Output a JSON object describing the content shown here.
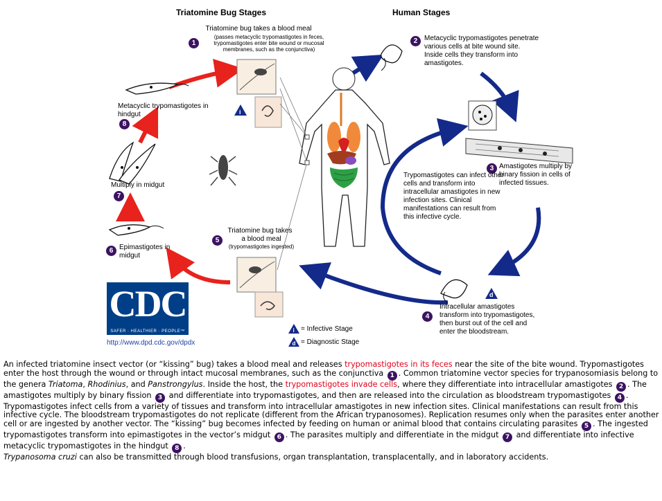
{
  "diagram": {
    "title_left": "Triatomine Bug Stages",
    "title_right": "Human Stages",
    "stage1": {
      "num": "1",
      "line1": "Triatomine bug takes a blood meal",
      "sub": "(passes metacyclic trypomastigotes in feces, trypomastigotes enter bite wound or mucosal membranes, such as the conjunctiva)"
    },
    "stage2": {
      "num": "2",
      "text": "Metacyclic trypomastigotes penetrate various cells at bite wound site.  Inside cells they transform into amastigotes."
    },
    "stage3": {
      "num": "3",
      "text": "Amastigotes multiply by binary fission in cells of infected tissues."
    },
    "stage4": {
      "num": "4",
      "text": "Intracellular amastigotes transform into trypomastigotes, then burst out of the cell and enter the bloodstream."
    },
    "stage5": {
      "num": "5",
      "line1": "Triatomine bug takes",
      "line2": "a blood meal",
      "sub": "(trypomastigotes ingested)"
    },
    "stage6": {
      "num": "6",
      "text": "Epimastigotes in midgut"
    },
    "stage7": {
      "num": "7",
      "text": "Multiply in midgut"
    },
    "stage8": {
      "num": "8",
      "text": "Metacyclic trypomastigotes in hindgut"
    },
    "center_text": "Trypomastigotes can infect other cells and transform into intracellular amastigotes in new infection sites. Clinical manifestations can result from this infective cycle.",
    "marker_i": "i",
    "marker_d": "d",
    "legend": {
      "infective": "= Infective Stage",
      "diagnostic": "= Diagnostic Stage"
    },
    "cdc": {
      "logo": "CDC",
      "tagline": "SAFER · HEALTHIER · PEOPLE™",
      "url": "http://www.dpd.cdc.gov/dpdx"
    },
    "colors": {
      "human_cycle": "#142a8a",
      "bug_cycle": "#e8221c",
      "badge": "#3c1361"
    }
  },
  "description": {
    "p1_a": "An infected triatomine insect vector (or “kissing” bug) takes a blood meal and releases ",
    "p1_link1": "trypomastigotes in its feces",
    "p1_b": " near the site of the bite wound.  Trypomastigotes enter the host through the wound or through intact mucosal membranes, such as the conjunctiva ",
    "p1_c": ".  Common triatomine vector species for trypanosomiasis belong to the genera ",
    "g1": "Triatoma",
    "sep1": ", ",
    "g2": "Rhodinius",
    "sep2": ", and ",
    "g3": "Panstrongylus",
    "p1_d": ".  Inside the host, the ",
    "p1_link2": "trypomastigotes invade cells",
    "p1_e": ", where they differentiate into intracellular amastigotes ",
    "p1_f": ".  The amastigotes multiply by binary fission ",
    "p1_g": " and differentiate into trypomastigotes, and then are released into the circulation as bloodstream trypomastigotes ",
    "p1_h": ".  Trypomastigotes infect cells from a variety of tissues and transform into intracellular amastigotes in new infection sites.  Clinical manifestations can result from this infective cycle.  The bloodstream trypomastigotes do not replicate (different from the African trypanosomes).  Replication resumes only when the parasites enter another cell or are ingested by another vector.  The “kissing” bug becomes infected by feeding on human or animal blood that contains circulating parasites ",
    "p1_i": ".  The ingested trypomastigotes transform into epimastigotes in the vector’s midgut ",
    "p1_j": ".  The parasites multiply and differentiate in the midgut ",
    "p1_k": " and differentiate into infective metacyclic trypomastigotes in the hindgut ",
    "p1_l": ".",
    "p2_species": "Trypanosoma cruzi",
    "p2_rest": " can also be transmitted through blood transfusions, organ transplantation, transplacentally, and in laboratory accidents."
  }
}
